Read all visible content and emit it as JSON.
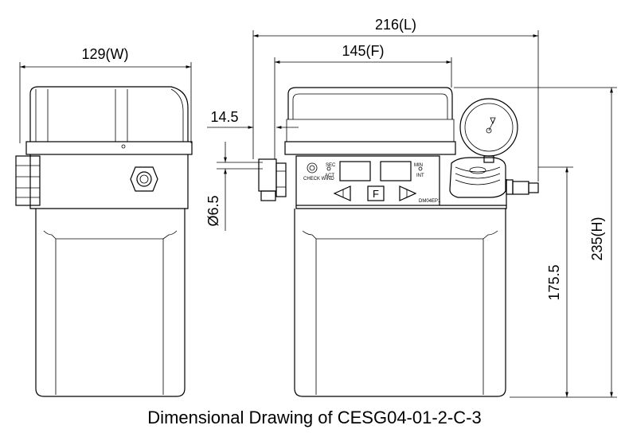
{
  "dimensions": {
    "width": "129(W)",
    "length": "216(L)",
    "front": "145(F)",
    "offset": "14.5",
    "diameter": "Ø6.5",
    "height": "235(H)",
    "outlet_height": "175.5"
  },
  "panel": {
    "sec": "SEC",
    "min": "MIN",
    "act": "ACT",
    "int": "INT",
    "check": "CHECK WIND",
    "f_key": "F",
    "model_tag": "DM04EP1"
  },
  "caption": "Dimensional Drawing of CESG04-01-2-C-3"
}
